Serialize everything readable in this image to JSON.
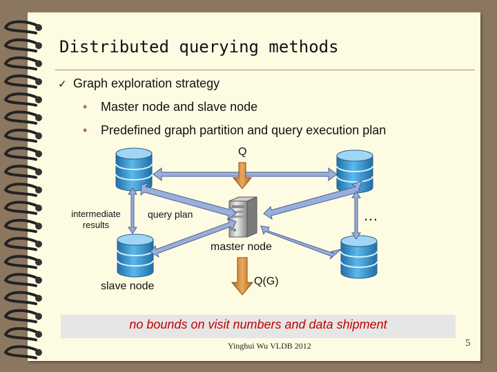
{
  "slide": {
    "title": "Distributed querying methods",
    "bullet": "Graph exploration strategy",
    "check_glyph": "✓",
    "sub_bullets": [
      "Master node and slave node",
      "Predefined graph partition and query execution plan"
    ],
    "sub_bullet_glyph": "•"
  },
  "diagram": {
    "q_label": "Q",
    "intermediate_label_line1": "intermediate",
    "intermediate_label_line2": "results",
    "query_plan_label": "query plan",
    "ellipsis": "…",
    "master_node_label": "master node",
    "slave_node_label": "slave node",
    "qg_label": "Q(G)",
    "colors": {
      "db_fill": "#3fa0d8",
      "arrow_fill": "#9aaedb",
      "down_arrow_fill": "#d9954a"
    },
    "icons": [
      "database-icon",
      "server-icon",
      "double-arrow-icon",
      "down-arrow-icon"
    ]
  },
  "banner": {
    "text": "no bounds on visit numbers and data shipment",
    "color": "#c00000"
  },
  "footer": {
    "citation": "Yinghui Wu VLDB 2012",
    "page_number": "5"
  }
}
